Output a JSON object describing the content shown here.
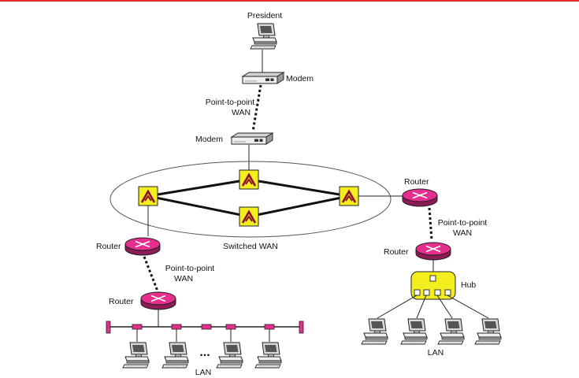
{
  "labels": {
    "president": "President",
    "modem_top": "Modem",
    "p2p_top_line1": "Point-to-point",
    "p2p_top_line2": "WAN",
    "modem_bottom": "Modem",
    "switched_wan": "Switched WAN",
    "router_left": "Router",
    "p2p_left_line1": "Point-to-point",
    "p2p_left_line2": "WAN",
    "router_left_lan": "Router",
    "router_right": "Router",
    "p2p_right_line1": "Point-to-point",
    "p2p_right_line2": "WAN",
    "router_right_lan": "Router",
    "hub": "Hub",
    "lan_left": "LAN",
    "lan_right": "LAN",
    "ellipsis": "..."
  },
  "colors": {
    "top_bar": "#e8262b",
    "router": "#e62e8e",
    "switch": "#f5ee1e",
    "hub": "#f5ee1e",
    "bus_tap": "#e62e8e"
  },
  "icons": {
    "computer": "computer-icon",
    "modem": "modem-icon",
    "router": "router-icon",
    "switch": "switch-icon",
    "hub": "hub-icon"
  }
}
